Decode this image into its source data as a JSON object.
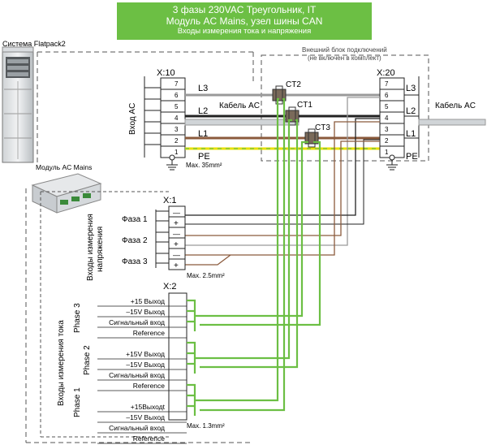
{
  "header": {
    "line1": "3 фазы 230VAC Треугольник, IT",
    "line2": "Модуль AC Mains, узел шины CAN",
    "line3": "Входы измерения тока и напряжения"
  },
  "labels": {
    "flatpack_system": "Система Flatpack2",
    "ac_mains_module": "Модуль AC Mains",
    "external_block_line1": "Внешний блок подключений",
    "external_block_line2": "(не включен в комплект)",
    "ac_input": "Вход AC",
    "ac_cable_left": "Кабель AC",
    "ac_cable_right": "Кабель AC",
    "max_35": "Max. 35mm²",
    "max_25": "Max. 2.5mm²",
    "max_13": "Max. 1.3mm²",
    "voltage_inputs_line1": "Входы измерения",
    "voltage_inputs_line2": "напряжения",
    "current_inputs": "Входы измерения тока"
  },
  "terminal_x10": {
    "name": "X:10",
    "pins": [
      "7",
      "6",
      "5",
      "4",
      "3",
      "2",
      "1"
    ],
    "l3": "L3",
    "l2": "L2",
    "l1": "L1",
    "pe": "PE"
  },
  "terminal_x20": {
    "name": "X:20",
    "pins": [
      "7",
      "6",
      "5",
      "4",
      "3",
      "2",
      "1"
    ],
    "l3": "L3",
    "l2": "L2",
    "l1": "L1",
    "pe": "PE"
  },
  "cts": [
    "CT1",
    "CT2",
    "CT3"
  ],
  "terminal_x1": {
    "name": "X:1",
    "phases": [
      "Фаза 1",
      "Фаза 2",
      "Фаза 3"
    ],
    "minus": "—",
    "plus": "+"
  },
  "terminal_x2": {
    "name": "X:2",
    "groups": [
      {
        "phase": "Phase 3",
        "rows": [
          "+15 Выход",
          "–15V Выход",
          "Сигнальный вход",
          "Reference"
        ]
      },
      {
        "phase": "Phase 2",
        "rows": [
          "+15V Выход",
          "–15V Выход",
          "Сигнальный вход",
          "Reference"
        ]
      },
      {
        "phase": "Phase 1",
        "rows": [
          "+15Выходt",
          "–15V Выход",
          "Сигнальный вход",
          "Reference"
        ]
      }
    ]
  },
  "colors": {
    "banner": "#6cbf44",
    "wire_green": "#6cbf44",
    "wire_brown": "#8b5a3c",
    "wire_black": "#222222",
    "wire_gray": "#9a9a9a",
    "pe_yellow": "#e8e000"
  }
}
